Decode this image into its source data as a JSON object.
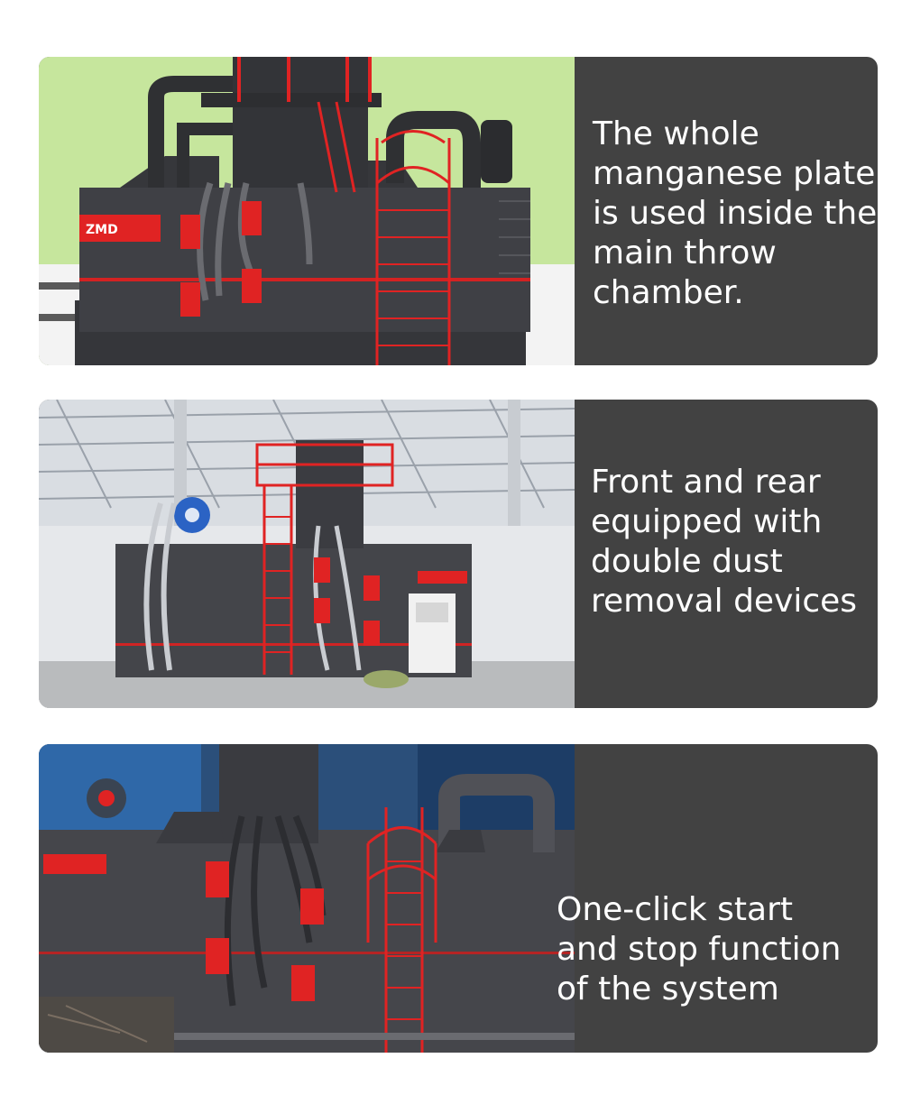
{
  "cards": [
    {
      "lines": [
        "The whole",
        "manganese plate",
        "is used inside the",
        "main throw",
        "chamber."
      ]
    },
    {
      "lines": [
        "Front and rear",
        "equipped with",
        "double dust",
        "removal devices"
      ]
    },
    {
      "lines": [
        "One-click start",
        "and stop function",
        "of the system"
      ]
    }
  ],
  "colors": {
    "panel": "#424242",
    "machine": "#3c3d42",
    "accent_red": "#e02323",
    "sky_green": "#c3e59a"
  },
  "icons": [
    "machine-photo-render",
    "machine-photo-factory",
    "machine-photo-workshop"
  ]
}
